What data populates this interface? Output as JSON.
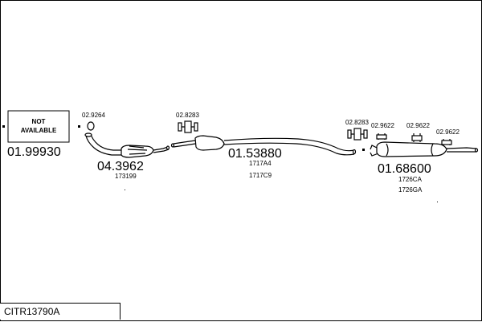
{
  "diagram": {
    "reference": "CITR13790A",
    "not_available": {
      "line1": "NOT",
      "line2": "AVAILABLE"
    },
    "parts": [
      {
        "id": "front_pipe",
        "number": "01.99930"
      },
      {
        "id": "catalytic_converter",
        "number": "04.3962",
        "oe": [
          "173199"
        ],
        "fitting": "02.9264"
      },
      {
        "id": "center_pipe",
        "number": "01.53880",
        "oe": [
          "1717A4",
          "1717C9"
        ],
        "fitting": "02.8283"
      },
      {
        "id": "rear_silencer",
        "number": "01.68600",
        "oe": [
          "1726CA",
          "1726GA"
        ],
        "fittings": [
          "02.8283",
          "02.9622",
          "02.9622",
          "02.9622"
        ]
      }
    ]
  }
}
